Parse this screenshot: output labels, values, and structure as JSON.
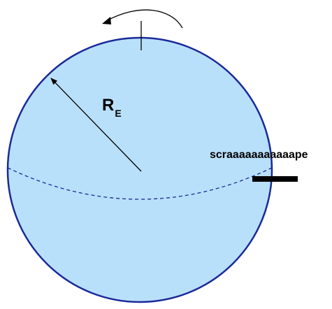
{
  "diagram": {
    "radius_label": {
      "main": "R",
      "subscript": "E"
    },
    "structure_label": "scraaaaaaaaaaape"
  },
  "icons": {
    "rotation": "rotation-arrow-icon"
  },
  "colors": {
    "earth_fill": "#b9e0fa",
    "earth_outline": "#1a2a99",
    "line": "#000000"
  }
}
